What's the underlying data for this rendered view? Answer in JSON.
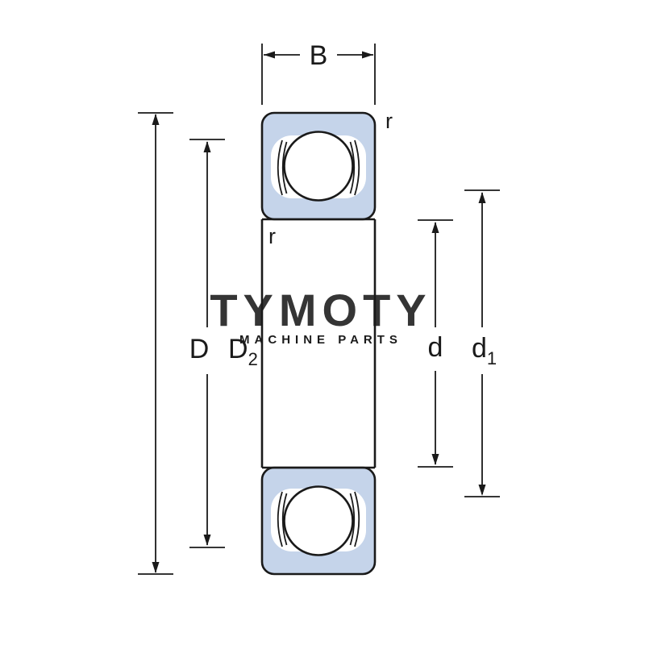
{
  "diagram": {
    "labels": {
      "width": "B",
      "outer_diameter": "D",
      "outside_shoulder_main": "D",
      "outside_shoulder_sub": "2",
      "bore": "d",
      "inner_shoulder_main": "d",
      "inner_shoulder_sub": "1",
      "fillet_top": "r",
      "fillet_bottom": "r"
    },
    "watermark": {
      "title": "TYMOTY",
      "subtitle": "MACHINE PARTS"
    },
    "colors": {
      "background": "#ffffff",
      "section_fill": "#c5d4ea",
      "line": "#1a1a1a",
      "watermark_title": "#8394bd",
      "watermark_subtitle": "#aab6d0"
    }
  }
}
